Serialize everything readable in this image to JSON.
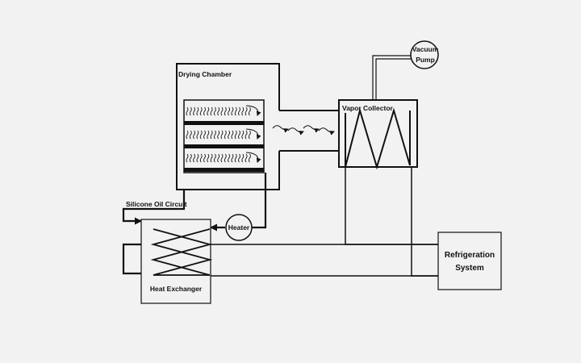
{
  "labels": {
    "drying_chamber": "Drying Chamber",
    "vapor_collector": "Vapor Collector",
    "vacuum_pump_line1": "Vacuum",
    "vacuum_pump_line2": "Pump",
    "silicone_oil_circuit": "Silicone Oil Circuit",
    "heater": "Heater",
    "heat_exchanger": "Heat Exchanger",
    "refrigeration_line1": "Refrigeration",
    "refrigeration_line2": "System"
  },
  "colors": {
    "background": "#f2f2f2",
    "line": "#111111",
    "box_fill": "#f2f2f2"
  },
  "shelf_count": 3
}
